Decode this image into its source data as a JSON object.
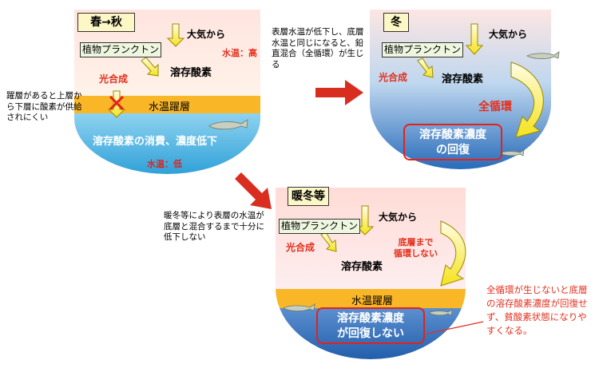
{
  "panel_spring": {
    "season": "春→秋",
    "from_air": "大気から",
    "water_temp_high": "水温：高",
    "plankton": "植物プランクトン",
    "photosynthesis": "光合成",
    "dissolved_oxygen": "溶存酸素",
    "thermocline": "水温躍層",
    "consumption": "溶存酸素の消費、濃度低下",
    "water_temp_low": "水温：低",
    "side_note": "躍層があると上層から下層に酸素が供給されにくい"
  },
  "panel_winter": {
    "season": "冬",
    "from_air": "大気から",
    "plankton": "植物プランクトン",
    "photosynthesis": "光合成",
    "dissolved_oxygen": "溶存酸素",
    "full_circulation": "全循環",
    "recovery_line1": "溶存酸素濃度",
    "recovery_line2": "の回復"
  },
  "panel_warm": {
    "season": "暖冬等",
    "from_air": "大気から",
    "plankton": "植物プランクトン",
    "photosynthesis": "光合成",
    "dissolved_oxygen": "溶存酸素",
    "no_circulation_line1": "底層まで",
    "no_circulation_line2": "循環しない",
    "thermocline": "水温躍層",
    "no_recovery_line1": "溶存酸素濃度",
    "no_recovery_line2": "が回復しない"
  },
  "notes": {
    "to_winter": "表層水温が低下し、底層水温と同じになると、鉛直混合（全循環）が生じる",
    "to_warm": "暖冬等により表層の水温が底層と混合するまで十分に低下しない",
    "conclusion": "全循環が生じないと底層の溶存酸素濃度が回復せず、貧酸素状態になりやすくなる。"
  },
  "colors": {
    "accent_red": "#e4301e",
    "arrow_red": "#d92d20",
    "thermocline": "#f9b627",
    "label_yellow": "#fdf7c6"
  }
}
